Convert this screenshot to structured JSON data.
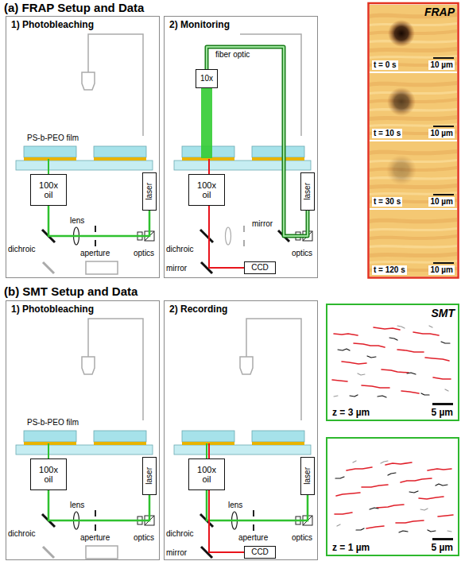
{
  "diagram": {
    "nodes": [
      {
        "text": [
          "1) Photobleaching"
        ]
      },
      {
        "text": [
          "100x oil"
        ],
        "in": 0
      },
      {
        "text": [
          "laser"
        ],
        "in": 0
      },
      {
        "text": [
          "2) Monitoring"
        ]
      },
      {
        "text": [
          "10x"
        ],
        "in": 3
      },
      {
        "text": [
          "100x oil"
        ],
        "in": 3
      },
      {
        "text": [
          "laser"
        ],
        "in": 3
      },
      {
        "text": [
          "CCD"
        ],
        "in": 3
      },
      {
        "text": [
          "FRAP",
          "t = 0 s",
          "10 µm"
        ]
      },
      {
        "text": [
          "t = 10 s",
          "10 µm"
        ]
      },
      {
        "text": [
          "t = 30 s",
          "10 µm"
        ]
      },
      {
        "text": [
          "t = 120 s",
          "10 µm"
        ]
      },
      {
        "text": [
          "1) Photobleaching"
        ]
      },
      {
        "text": [
          "100x oil"
        ],
        "in": 12
      },
      {
        "text": [
          "laser"
        ],
        "in": 12
      },
      {
        "text": [
          "2) Recording"
        ]
      },
      {
        "text": [
          "100x oil"
        ],
        "in": 15
      },
      {
        "text": [
          "laser"
        ],
        "in": 15
      },
      {
        "text": [
          "CCD"
        ],
        "in": 15
      },
      {
        "text": [
          "SMT",
          "z = 3 µm",
          "5 µm"
        ]
      },
      {
        "text": [
          "z = 1 µm",
          "5 µm"
        ]
      }
    ],
    "edges": [
      {
        "from": 2,
        "to": 1,
        "arrow": "none"
      },
      {
        "from": 6,
        "to": 4,
        "label": "fiber optic",
        "arrow": "none"
      },
      {
        "from": 5,
        "to": 7,
        "arrow": "none"
      },
      {
        "from": 14,
        "to": 13,
        "arrow": "none"
      },
      {
        "from": 17,
        "to": 16,
        "arrow": "none"
      },
      {
        "from": 16,
        "to": 18,
        "arrow": "none"
      }
    ],
    "labels": [
      "(a) FRAP Setup and Data",
      "PS-b-PEO film",
      "dichroic",
      "lens",
      "aperture",
      "optics",
      "dichroic",
      "mirror",
      "optics",
      "mirror",
      "(b) SMT Setup and Data",
      "PS-b-PEO film",
      "dichroic",
      "lens",
      "aperture",
      "optics",
      "dichroic",
      "lens",
      "aperture",
      "optics",
      "mirror"
    ]
  }
}
